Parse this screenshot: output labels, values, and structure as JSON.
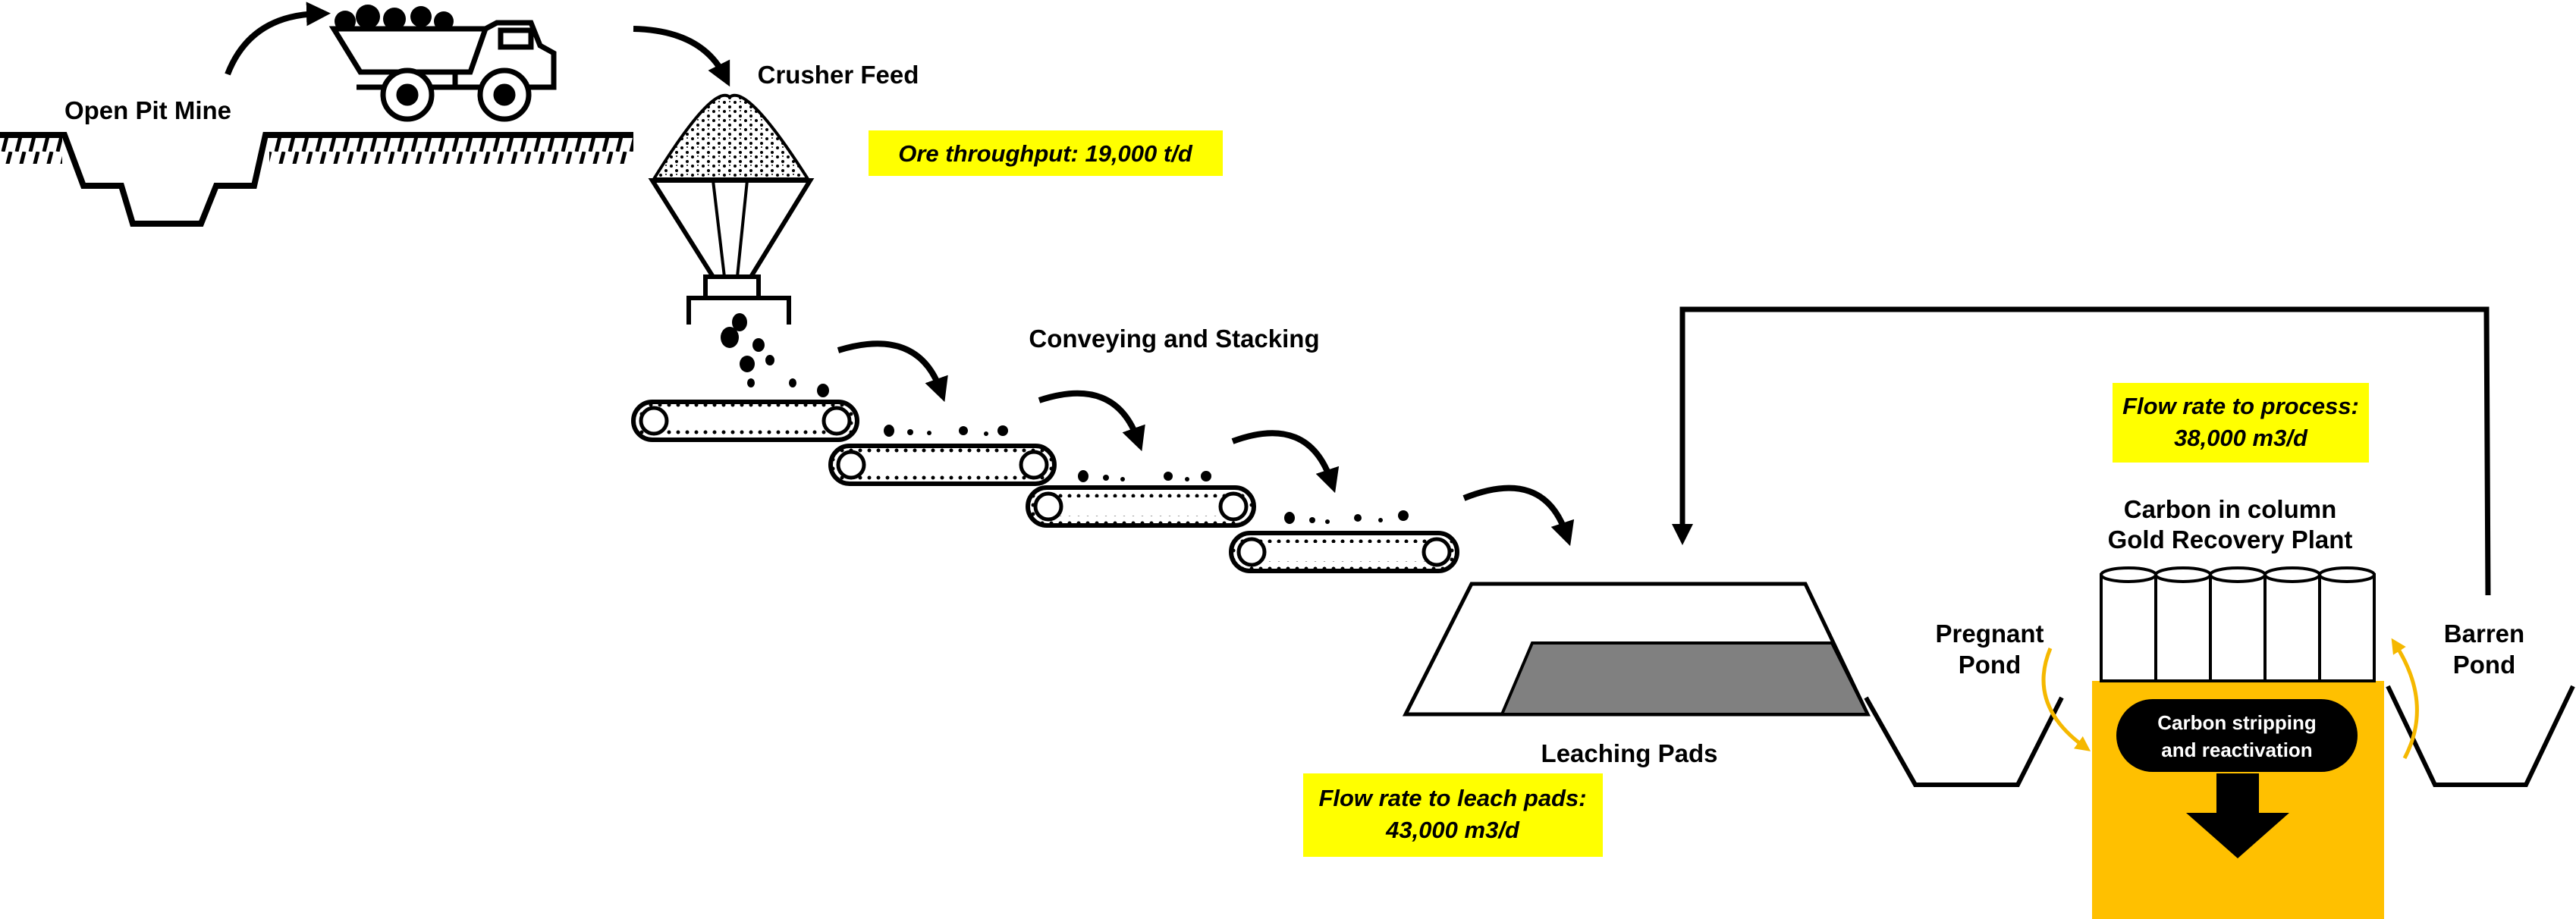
{
  "labels": {
    "open_pit_mine": "Open Pit Mine",
    "crusher_feed": "Crusher Feed",
    "conveying_stacking": "Conveying and Stacking",
    "leaching_pads": "Leaching Pads",
    "pregnant_pond_line1": "Pregnant",
    "pregnant_pond_line2": "Pond",
    "barren_pond_line1": "Barren",
    "barren_pond_line2": "Pond",
    "cic_line1": "Carbon in column",
    "cic_line2": "Gold Recovery Plant",
    "stripping_line1": "Carbon stripping",
    "stripping_line2": "and reactivation"
  },
  "highlights": {
    "ore_throughput": "Ore throughput: 19,000 t/d",
    "leach_flow_line1": "Flow rate to leach pads:",
    "leach_flow_line2": "43,000 m3/d",
    "process_flow_line1": "Flow rate to process:",
    "process_flow_line2": "38,000 m3/d"
  },
  "colors": {
    "highlight": "#ffff00",
    "plant_body": "#ffc000",
    "recycle_arrow": "#f5b800",
    "pad_solution": "#808080",
    "ink": "#000000"
  },
  "icons": [
    "dump-truck-icon",
    "hopper-icon",
    "conveyor-icon",
    "curved-arrow-icon",
    "column-tank-icon"
  ]
}
